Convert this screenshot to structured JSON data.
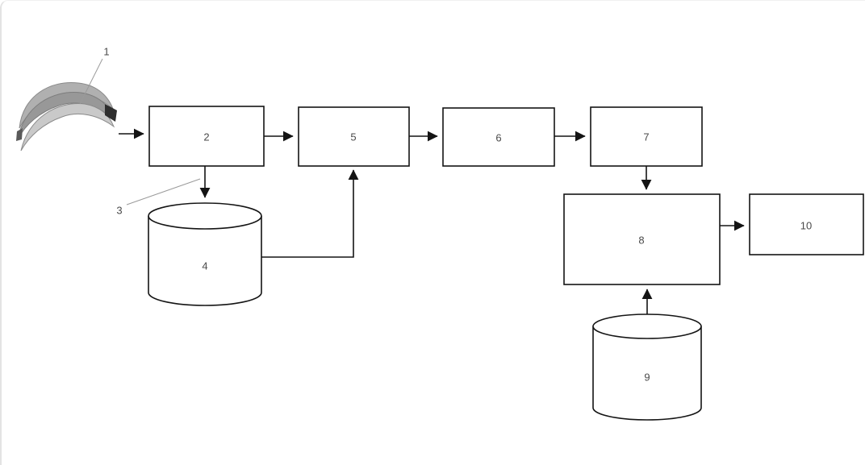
{
  "diagram": {
    "type": "flowchart",
    "description": "Process flow diagram starting from a banana image (1), through process boxes 2, 5, 6, 7, 8 to output 10, with database cylinders 4 and 9, and callout label 3 on the arrow between box 2 and cylinder 4",
    "labels": {
      "n1": "1",
      "n2": "2",
      "n3": "3",
      "n4": "4",
      "n5": "5",
      "n6": "6",
      "n7": "7",
      "n8": "8",
      "n9": "9",
      "n10": "10"
    },
    "colors": {
      "stroke": "#141414",
      "label_text": "#4a4a4a",
      "banana_light": "#c9c9c9",
      "banana_mid": "#b0b0b0",
      "banana_dark": "#989898",
      "stem": "#2e2e2e",
      "callout": "#9a9a9a",
      "background": "#ffffff"
    }
  }
}
